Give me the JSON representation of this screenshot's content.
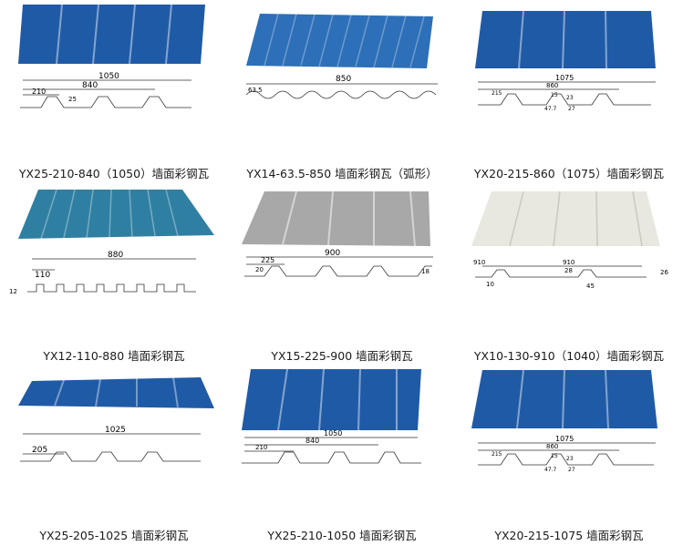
{
  "products": [
    {
      "caption": "YX25-210-840（1050）墙面彩钢瓦",
      "color": "#1f5aa6",
      "dims": [
        "1050",
        "840",
        "210",
        "25"
      ]
    },
    {
      "caption": "YX14-63.5-850 墙面彩钢瓦（弧形）",
      "color": "#2d6fb8",
      "dims": [
        "850",
        "63.5"
      ]
    },
    {
      "caption": "YX20-215-860（1075）墙面彩钢瓦",
      "color": "#1f5aa6",
      "dims": [
        "1075",
        "860",
        "215",
        "15",
        "23",
        "47.7",
        "27"
      ]
    },
    {
      "caption": "YX12-110-880 墙面彩钢瓦",
      "color": "#2f7fa2",
      "dims": [
        "880",
        "110",
        "12"
      ]
    },
    {
      "caption": "YX15-225-900 墙面彩钢瓦",
      "color": "#a8a8a8",
      "dims": [
        "900",
        "225",
        "20",
        "18"
      ]
    },
    {
      "caption": "YX10-130-910（1040）墙面彩钢瓦",
      "color": "#e8e8e0",
      "dims": [
        "910",
        "910",
        "28",
        "26",
        "10",
        "45"
      ]
    },
    {
      "caption": "YX25-205-1025 墙面彩钢瓦",
      "color": "#1f5aa6",
      "dims": [
        "1025",
        "205"
      ]
    },
    {
      "caption": "YX25-210-1050 墙面彩钢瓦",
      "color": "#1f5aa6",
      "dims": [
        "1050",
        "840",
        "210"
      ]
    },
    {
      "caption": "YX20-215-1075 墙面彩钢瓦",
      "color": "#1f5aa6",
      "dims": [
        "1075",
        "860",
        "215",
        "15",
        "23",
        "47.7",
        "27"
      ]
    }
  ]
}
